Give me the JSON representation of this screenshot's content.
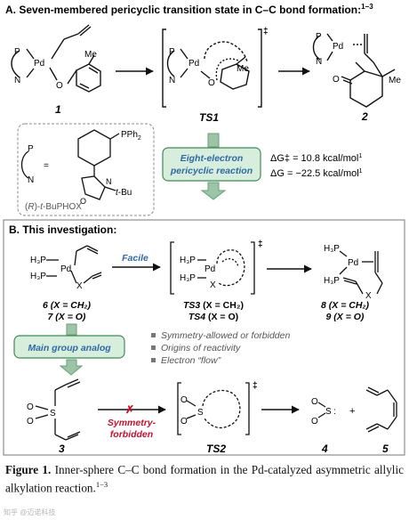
{
  "panel_a": {
    "title": "A. Seven-membered pericyclic transition state in C–C bond formation:",
    "title_ref": "1−3",
    "compounds": {
      "c1": "1",
      "ts1": "TS1",
      "c2": "2"
    },
    "atoms": {
      "P": "P",
      "Pd": "Pd",
      "N": "N",
      "O": "O",
      "Me": "Me"
    },
    "ligand": {
      "eq": "=",
      "pph2": "PPh",
      "pph2_sub": "2",
      "n": "N",
      "o": "O",
      "tbu": "t",
      "tbu_rest": "-Bu",
      "name_pre": "(",
      "name_r": "R",
      "name_mid": ")-",
      "name_t": "t",
      "name_rest": "-BuPHOX"
    },
    "callout_line1": "Eight-electron",
    "callout_line2": "pericyclic reaction",
    "dg_act": "ΔG‡ = 10.8 kcal/mol",
    "dg_act_ref": "1",
    "dg_rxn": "ΔG = −22.5 kcal/mol",
    "dg_rxn_ref": "1"
  },
  "panel_b": {
    "title": "B. This investigation:",
    "facile": "Facile",
    "h3p": "H₃P",
    "x": "X",
    "comp6": "6 (X = CH₂)",
    "comp7": "7 (X = O)",
    "ts3": "TS3",
    "ts3_rest": " (X = CH₂)",
    "ts4": "TS4",
    "ts4_rest": " (X = O)",
    "comp8": "8 (X = CH₂)",
    "comp9": "9 (X = O)",
    "main_group": "Main group analog",
    "bullets": [
      "Symmetry-allowed or forbidden",
      "Origins of reactivity",
      "Electron “flow”"
    ],
    "sym_line1": "Symmetry-",
    "sym_line2": "forbidden",
    "ts2": "TS2",
    "comp3": "3",
    "comp4": "4",
    "comp5": "5",
    "plus": "+"
  },
  "caption": {
    "prefix": "Figure 1.",
    "text": " Inner-sphere C–C bond formation in the Pd-catalyzed asymmetric allylic alkylation reaction.",
    "ref": "1−3"
  },
  "watermark": "知乎 @迈诺科技",
  "colors": {
    "blue": "#2f69a8",
    "green_fill": "#d8eedd",
    "green_border": "#3f8a56",
    "red": "#c8102e",
    "arrow_fill": "#9cc5a6",
    "gray": "#777777"
  }
}
